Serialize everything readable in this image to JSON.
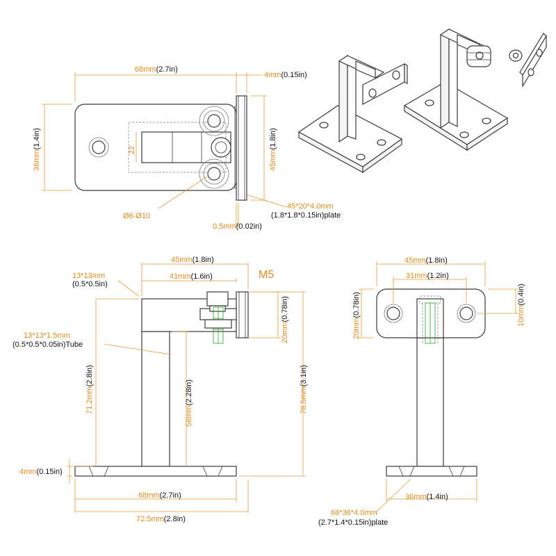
{
  "top_view": {
    "width_value": "68mm",
    "width_inch": "(2.7in)",
    "plate_thk_value": "4mm",
    "plate_thk_inch": "(0.15in)",
    "height_value": "36mm",
    "height_inch": "(1.4in)",
    "slot": "22",
    "plate_h_value": "45mm",
    "plate_h_inch": "(1.8in)",
    "hole": "Ø6-Ø10",
    "plate_spec_value": "45*20*4.0mm",
    "plate_spec_inch": "(1.8*1.8*0.15in)plate",
    "gap_value": "0.5mm",
    "gap_inch": "(0.02in)"
  },
  "side_view": {
    "cap_value": "13*13mm",
    "cap_inch": "(0.5*0.5in)",
    "top_w_value": "45mm",
    "top_w_inch": "(1.8in)",
    "m5": "M5",
    "arm_value": "41mm",
    "arm_inch": "(1.6in)",
    "tube_value": "13*13*1.5mm",
    "tube_inch": "(0.5*0.5*0.05in)Tube",
    "plate_h_value": "20mm",
    "plate_h_inch": "(0.78in)",
    "h1_value": "71.2mm",
    "h1_inch": "(2.8in)",
    "h2_value": "58mm",
    "h2_inch": "(2.28in)",
    "h3_value": "78.5mm",
    "h3_inch": "(3.1in)",
    "base_thk_value": "4mm",
    "base_thk_inch": "(0.15in)",
    "base_w_value": "68mm",
    "base_w_inch": "(2.7in)",
    "total_w_value": "72.5mm",
    "total_w_inch": "(2.8in)"
  },
  "front_view": {
    "top_w_value": "45mm",
    "top_w_inch": "(1.8in)",
    "hole_sp_value": "31mm",
    "hole_sp_inch": "(1.2in)",
    "plate_h_value": "20mm",
    "plate_h_inch": "(0.78in)",
    "hole_off_value": "10mm",
    "hole_off_inch": "(0.4in)",
    "base_w_value": "36mm",
    "base_w_inch": "(1.4in)",
    "base_spec_value": "68*36*4.0mm",
    "base_spec_inch": "(2.7*1.4*0.15in)plate"
  }
}
